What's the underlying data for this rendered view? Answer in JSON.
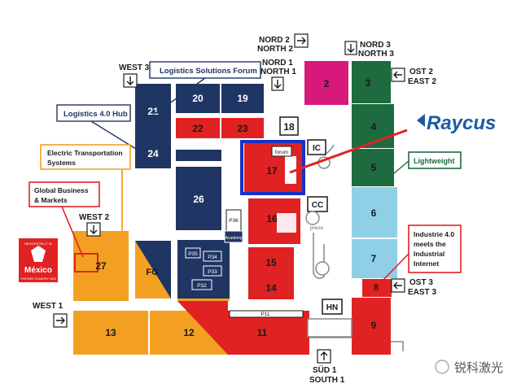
{
  "colors": {
    "navy": "#1f3564",
    "red": "#e02222",
    "orange": "#f3a022",
    "green": "#1d6b3f",
    "lightblue": "#8fd0e6",
    "magenta": "#d6197a",
    "raycus": "#1c5aa6",
    "highlight": "#1632c8"
  },
  "halls": {
    "h2": "2",
    "h3": "3",
    "h4": "4",
    "h5": "5",
    "h6": "6",
    "h7": "7",
    "h8": "8",
    "h9": "9",
    "h11": "11",
    "h12": "12",
    "h13": "13",
    "h14": "14",
    "h15": "15",
    "h16": "16",
    "h17": "17",
    "h18": "18",
    "h19": "19",
    "h20": "20",
    "h21": "21",
    "h22": "22",
    "h23": "23",
    "h24": "24",
    "h26": "26",
    "h27": "27",
    "fg": "FG",
    "ic": "IC",
    "cc": "CC",
    "hn": "HN",
    "p11": "P11",
    "p32": "P32",
    "p33": "P33",
    "p34": "P34",
    "p35": "P35",
    "p36": "P36",
    "forum": "forum",
    "press": "press"
  },
  "entrances": {
    "nord2": [
      "NORD 2",
      "NORTH 2"
    ],
    "nord1": [
      "NORD 1",
      "NORTH 1"
    ],
    "nord3": [
      "NORD 3",
      "NORTH 3"
    ],
    "ost2": [
      "OST 2",
      "EAST 2"
    ],
    "west3": [
      "WEST 3"
    ],
    "west2": [
      "WEST 2"
    ],
    "west1": [
      "WEST 1"
    ],
    "ost3": [
      "OST 3",
      "EAST 3"
    ],
    "sud1": [
      "SÜD 1",
      "SOUTH 1"
    ]
  },
  "callouts": {
    "logistics_forum": "Logistics Solutions Forum",
    "logistics_hub": "Logistics 4.0 Hub",
    "electric_transport": [
      "Electric Transportation",
      "Systems"
    ],
    "global_business": [
      "Global Business",
      "& Markets"
    ],
    "lightweight": "Lightweight",
    "industrie40": [
      "Industrie 4.0",
      "meets the",
      "Industrial",
      "Internet"
    ]
  },
  "brand": {
    "raycus": "Raycus"
  },
  "mexico": {
    "top": "HERGESTELLT IN",
    "name": "México",
    "bottom": "PARTNER COUNTRY 2018"
  },
  "academy": "Academy",
  "watermark": "锐科激光"
}
